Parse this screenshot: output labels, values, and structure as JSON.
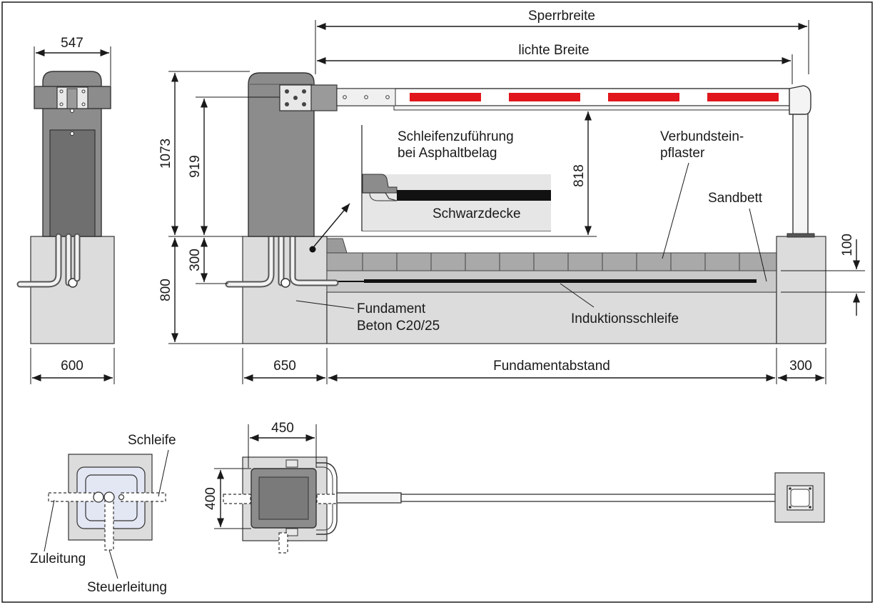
{
  "labels": {
    "sperrbreite": "Sperrbreite",
    "lichte_breite": "lichte Breite",
    "schleifenzufuehrung_1": "Schleifenzuführung",
    "schleifenzufuehrung_2": "bei Asphaltbelag",
    "schwarzdecke": "Schwarzdecke",
    "verbundstein_1": "Verbundstein-",
    "verbundstein_2": "pflaster",
    "sandbett": "Sandbett",
    "fundament_1": "Fundament",
    "fundament_2": "Beton C20/25",
    "induktionsschleife": "Induktionsschleife",
    "fundamentabstand": "Fundamentabstand",
    "schleife": "Schleife",
    "zuleitung": "Zuleitung",
    "steuerleitung": "Steuerleitung"
  },
  "dimensions": {
    "d547": "547",
    "d1073": "1073",
    "d919": "919",
    "d818": "818",
    "d300_v": "300",
    "d800": "800",
    "d100": "100",
    "d600": "600",
    "d650": "650",
    "d300_h": "300",
    "d450": "450",
    "d400": "400"
  },
  "colors": {
    "reflector": "#e0161c",
    "asphalt": "#111111",
    "concrete": "#dcdcdc",
    "housing": "#8c8c8c"
  }
}
